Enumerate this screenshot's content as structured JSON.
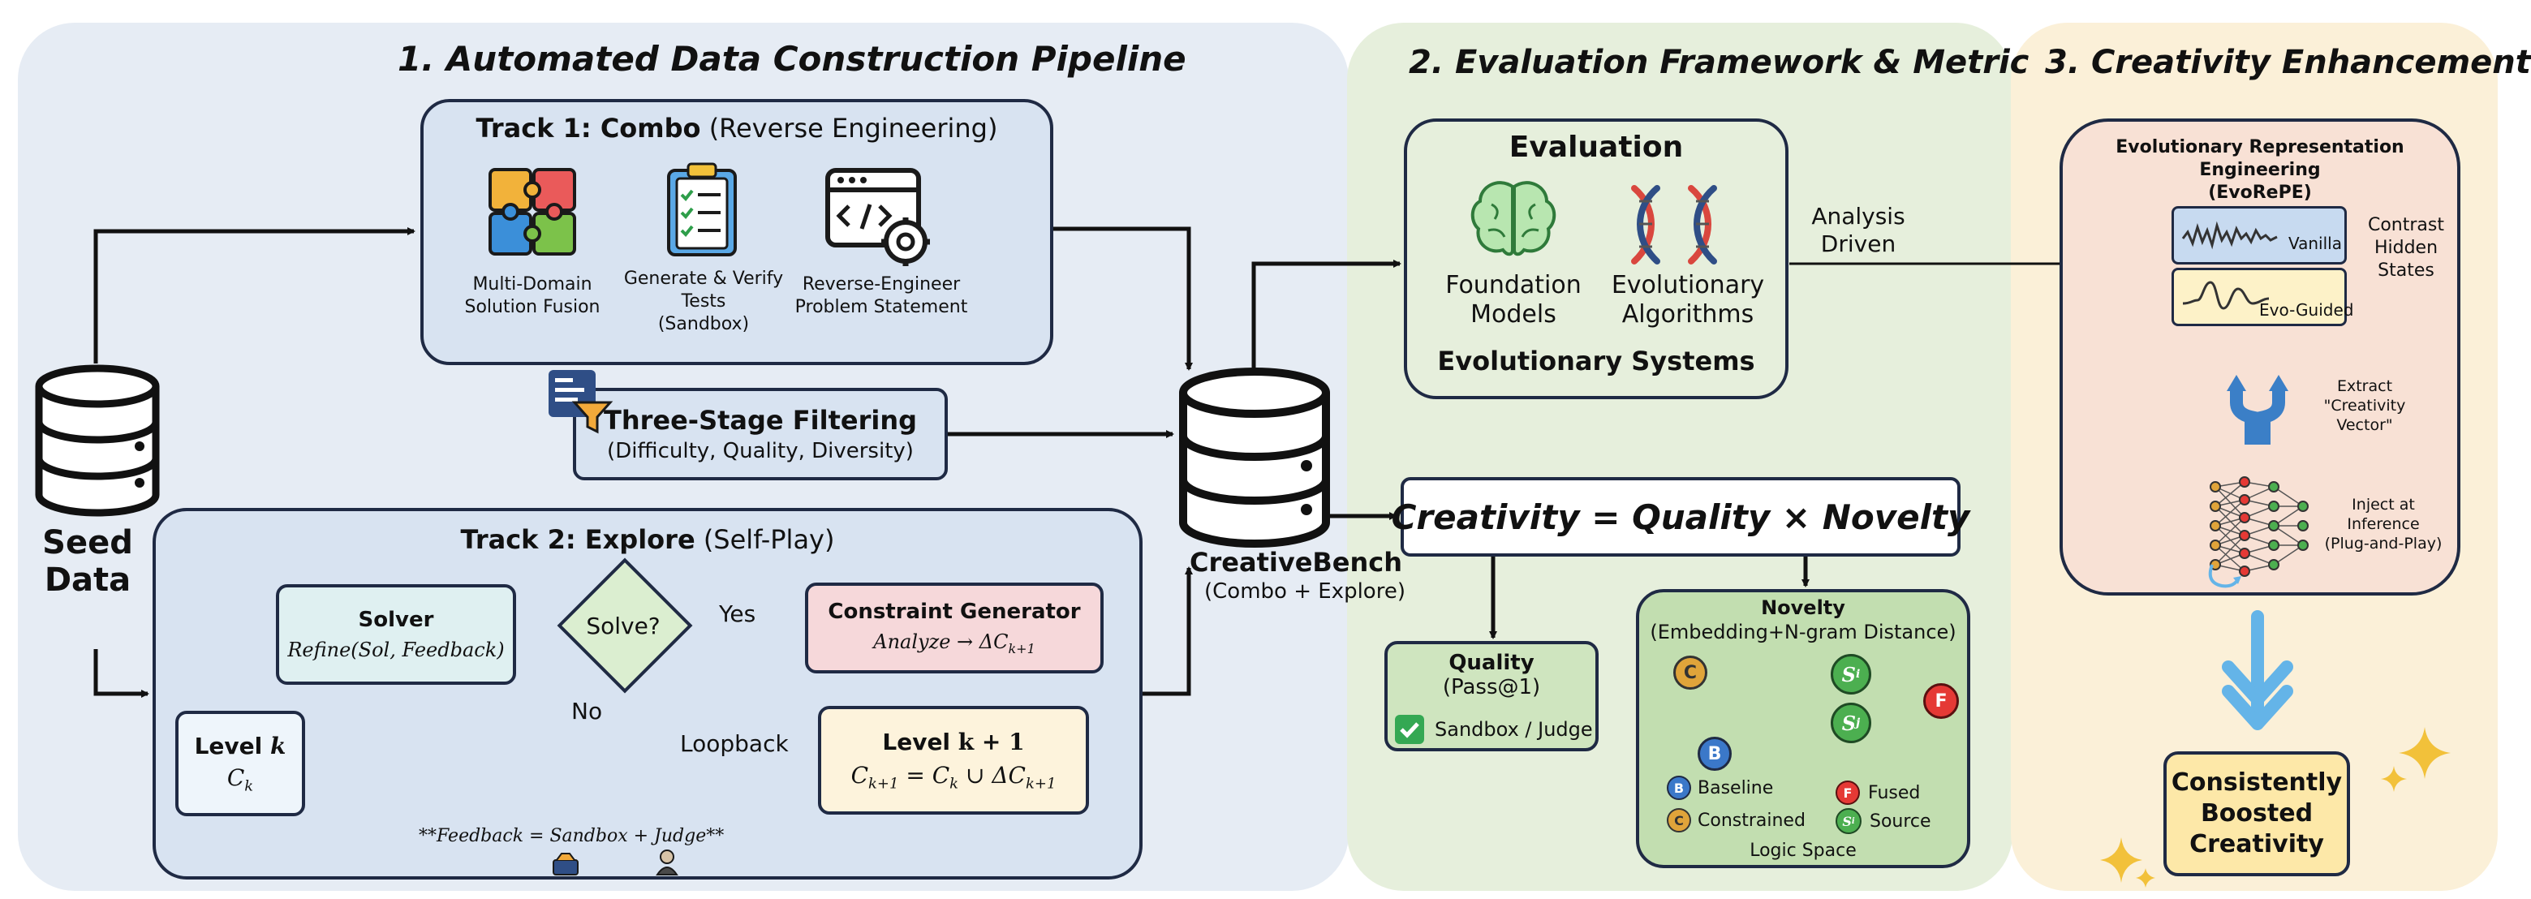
{
  "colors": {
    "panel1_bg": "#e6ecf4",
    "panel2_bg": "#e6efdc",
    "panel3_bg": "#fbf0d8",
    "track_box": "#d8e3f1",
    "solver": "#dff0f1",
    "constraint": "#f6d8da",
    "level_next": "#fdf3dc",
    "evo_box": "#f8e1d5",
    "quality_box": "#cfe5bf",
    "novelty_box": "#c2deb0",
    "result_box": "#fde8a8",
    "accent_blue": "#64b4e8",
    "star_gold": "#f2c13a"
  },
  "panel1": {
    "title": "1. Automated Data Construction Pipeline",
    "seed": {
      "label_line1": "Seed",
      "label_line2": "Data",
      "icon": "database-icon"
    },
    "track1": {
      "title_prefix": "Track 1: ",
      "title_bold": "Combo",
      "title_suffix": " (Reverse Engineering)",
      "items": [
        {
          "icon": "puzzle-icon",
          "line1": "Multi-Domain",
          "line2": "Solution Fusion",
          "line3": ""
        },
        {
          "icon": "checklist-icon",
          "line1": "Generate & Verify",
          "line2": "Tests",
          "line3": "(Sandbox)"
        },
        {
          "icon": "code-gear-icon",
          "line1": "Reverse-Engineer",
          "line2": "Problem Statement",
          "line3": ""
        }
      ]
    },
    "filter": {
      "icon": "funnel-icon",
      "title": "Three-Stage Filtering",
      "subtitle": "(Difficulty, Quality, Diversity)"
    },
    "track2": {
      "title_prefix": "Track 2: ",
      "title_bold": "Explore",
      "title_suffix": " (Self-Play)",
      "solver_title": "Solver",
      "solver_formula": "Refine(Sol, Feedback)",
      "decision": "Solve?",
      "yes_label": "Yes",
      "no_label": "No",
      "constraint_title": "Constraint Generator",
      "constraint_formula": "Analyze → ΔC",
      "constraint_sub": "k+1",
      "level_k_title": "Level ",
      "level_k_var": "k",
      "level_k_formula": "C",
      "level_k_sub": "k",
      "level_next_title": "Level ",
      "level_next_var": "k + 1",
      "level_next_formula_a": "C",
      "level_next_formula_a_sub": "k+1",
      "level_next_formula_b": " = C",
      "level_next_formula_b_sub": "k",
      "level_next_formula_c": " ∪ ΔC",
      "level_next_formula_c_sub": "k+1",
      "loopback_label": "Loopback",
      "feedback_note": "**Feedback = Sandbox + Judge**"
    }
  },
  "bench": {
    "icon": "database-icon",
    "title": "CreativeBench",
    "subtitle": "(Combo + Explore)"
  },
  "panel2": {
    "title": "2. Evaluation Framework & Metric",
    "eval_title": "Evaluation",
    "foundation_line1": "Foundation",
    "foundation_line2": "Models",
    "evo_alg_line1": "Evolutionary",
    "evo_alg_line2": "Algorithms",
    "systems_label": "Evolutionary Systems",
    "analysis_line1": "Analysis",
    "analysis_line2": "Driven",
    "formula": "Creativity = Quality × Novelty",
    "quality_title": "Quality",
    "quality_sub": "(Pass@1)",
    "quality_check": "Sandbox / Judge",
    "novelty_title": "Novelty",
    "novelty_sub": "(Embedding+N-gram Distance)",
    "axis_label": "Logic Space",
    "nodes": {
      "c": "C",
      "b": "B",
      "si": "S",
      "si_sub": "i",
      "sj": "S",
      "sj_sub": "j",
      "f": "F"
    },
    "legend": [
      {
        "key": "B",
        "label": "Baseline"
      },
      {
        "key": "F",
        "label": "Fused"
      },
      {
        "key": "C",
        "label": "Constrained"
      },
      {
        "key": "S",
        "sub": "i",
        "label": "Source"
      }
    ]
  },
  "panel3": {
    "title": "3. Creativity Enhancement",
    "evo_title_line1": "Evolutionary Representation Engineering",
    "evo_title_line2": "(EvoRePE)",
    "vanilla_label": "Vanilla",
    "guided_label": "Evo-Guided",
    "contrast_line1": "Contrast",
    "contrast_line2": "Hidden",
    "contrast_line3": "States",
    "extract_line1": "Extract",
    "extract_line2": "\"Creativity",
    "extract_line3": "Vector\"",
    "inject_line1": "Inject at",
    "inject_line2": "Inference",
    "inject_line3": "(Plug-and-Play)",
    "result_line1": "Consistently",
    "result_line2": "Boosted",
    "result_line3": "Creativity"
  }
}
